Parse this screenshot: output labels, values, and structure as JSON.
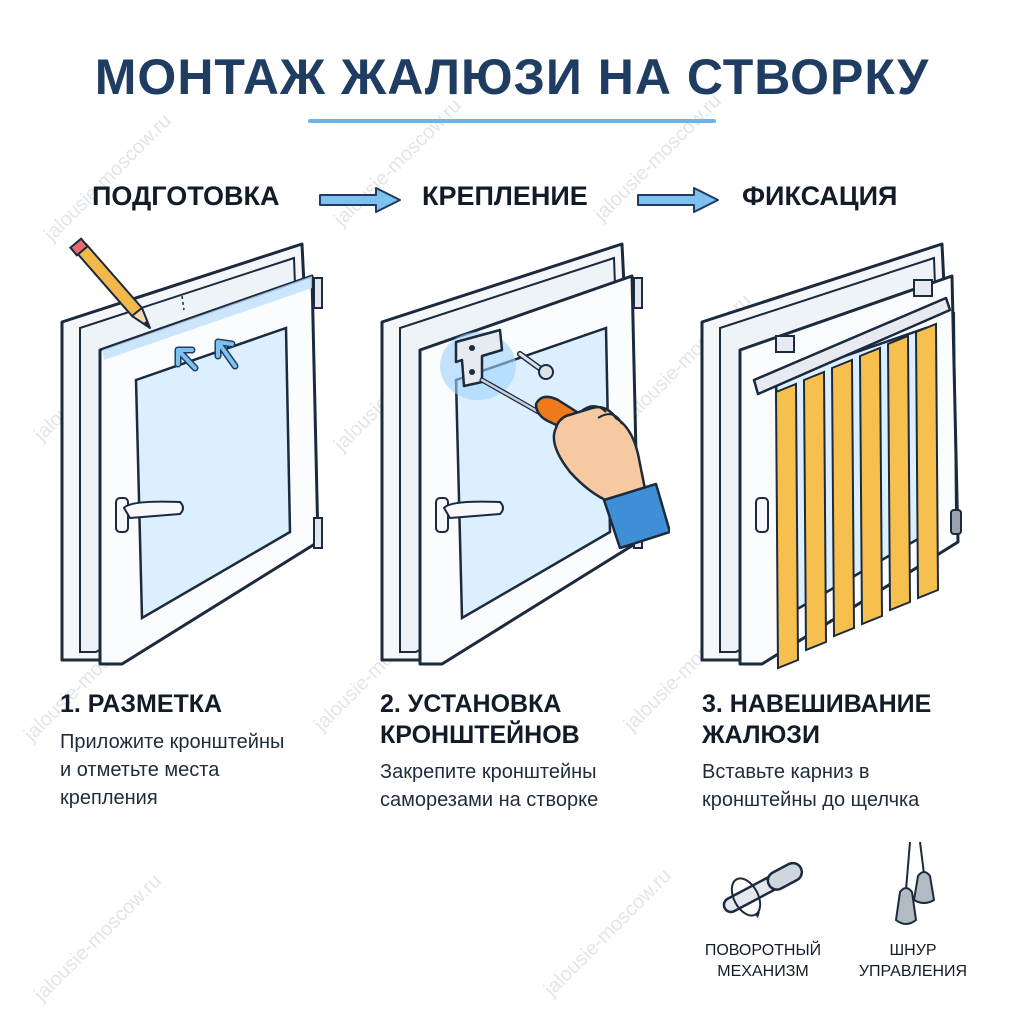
{
  "title": "МОНТАЖ ЖАЛЮЗИ НА СТВОРКУ",
  "stages": [
    "ПОДГОТОВКА",
    "КРЕПЛЕНИЕ",
    "ФИКСАЦИЯ"
  ],
  "steps": [
    {
      "title_lines": [
        "1. РАЗМЕТКА"
      ],
      "text_lines": [
        "Приложите кронштейны",
        "и отметьте места",
        "крепления"
      ]
    },
    {
      "title_lines": [
        "2. УСТАНОВКА",
        "КРОНШТЕЙНОВ"
      ],
      "text_lines": [
        "Закрепите кронштейны",
        "саморезами на створке"
      ]
    },
    {
      "title_lines": [
        "3. НАВЕШИВАНИЕ",
        "ЖАЛЮЗИ"
      ],
      "text_lines": [
        "Вставьте карниз в",
        "кронштейны до щелчка"
      ]
    }
  ],
  "mechanisms": [
    {
      "label_lines": [
        "ПОВОРОТНЫЙ",
        "МЕХАНИЗМ"
      ],
      "icon": "rotary-mechanism-icon"
    },
    {
      "label_lines": [
        "ШНУР",
        "УПРАВЛЕНИЯ"
      ],
      "icon": "control-cord-icon"
    }
  ],
  "watermark": "jalousie-moscow.ru",
  "colors": {
    "title": "#1f3d62",
    "accent_blue": "#6fb3e6",
    "arrow_fill": "#7ec0ee",
    "frame": "#f4f6f9",
    "glass": "#dcefff",
    "slat": "#f7c04e",
    "sleeve": "#3f8fd6",
    "skin": "#f7c9a0",
    "screwdriver": "#ef7a1a"
  },
  "icons": [
    "pencil-icon",
    "marking-arrow-icon",
    "bracket-icon",
    "screw-icon",
    "screwdriver-icon",
    "hand-icon",
    "window-handle-icon",
    "cornice-icon",
    "vertical-blind-slat-icon",
    "stage-arrow-icon"
  ]
}
